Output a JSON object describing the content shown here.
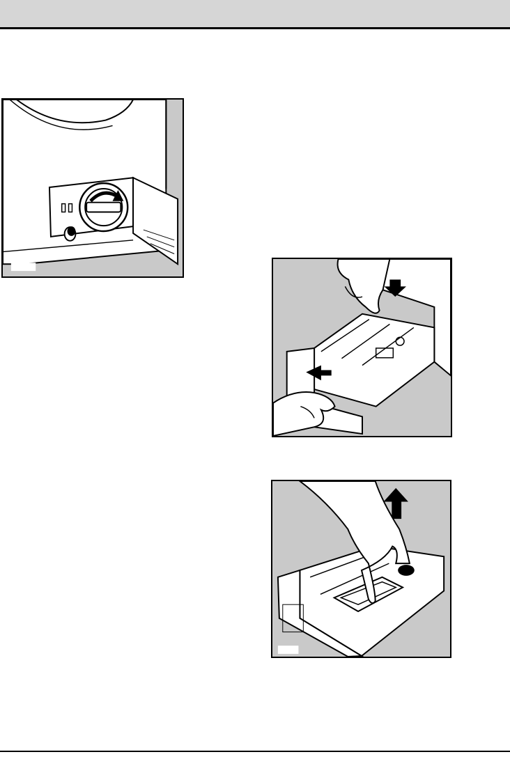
{
  "page": {
    "header_fill": "#d6d6d6",
    "rule_color": "#000000"
  },
  "figures": [
    {
      "name": "drain-filter-illustration",
      "description_icon": "filter-cover-open-icon",
      "fill": "#c9c9c9"
    },
    {
      "name": "detergent-drawer-removal-illustration",
      "description_icon": "drawer-pull-icon",
      "fill": "#c9c9c9"
    },
    {
      "name": "siphon-removal-illustration",
      "description_icon": "siphon-lift-icon",
      "fill": "#c9c9c9"
    }
  ]
}
